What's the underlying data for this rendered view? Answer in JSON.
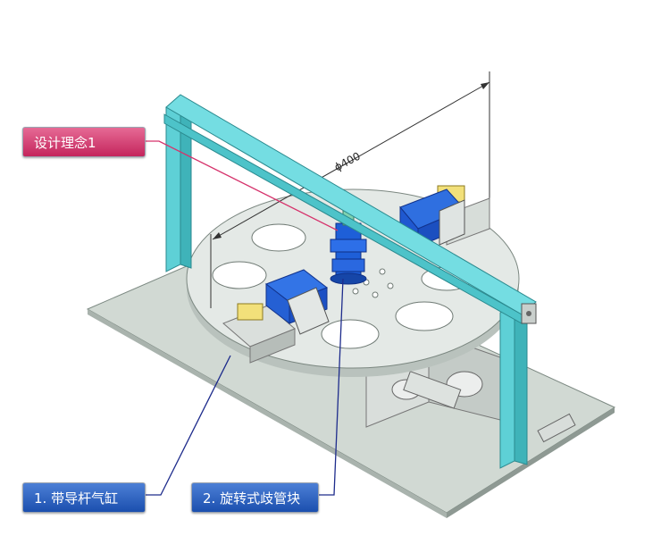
{
  "callouts": {
    "design_concept": "设计理念1",
    "guide_cylinder": "1. 带导杆气缸",
    "rotary_manifold": "2. 旋转式歧管块"
  },
  "dimension": {
    "diameter": "ϕ400"
  },
  "colors": {
    "frame": "#5fd0d6",
    "cylinder": "#1c5fd6",
    "plate": "#c9d3cc",
    "disc": "#e3e8e6",
    "pink": "#d63a73",
    "blue": "#2a62c7",
    "leader_pink": "#d6336c",
    "leader_blue": "#1e2c8c"
  }
}
